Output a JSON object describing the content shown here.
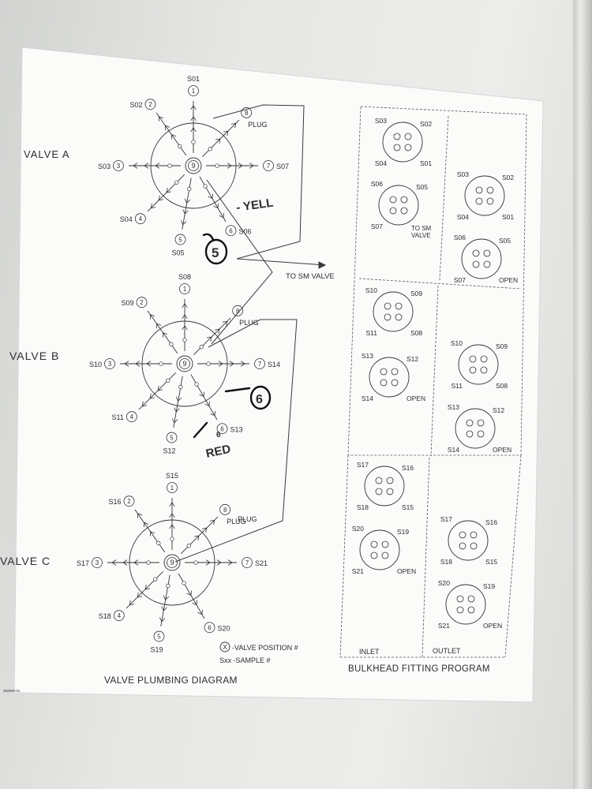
{
  "valves": [
    {
      "name": "VALVE A",
      "center_label": "9",
      "positions": [
        {
          "num": "1",
          "sample": "S01"
        },
        {
          "num": "2",
          "sample": "S02"
        },
        {
          "num": "3",
          "sample": "S03"
        },
        {
          "num": "4",
          "sample": "S04"
        },
        {
          "num": "5",
          "sample": "S05"
        },
        {
          "num": "6",
          "sample": "S06"
        },
        {
          "num": "7",
          "sample": "S07"
        },
        {
          "num": "8",
          "sample": "PLUG"
        }
      ]
    },
    {
      "name": "VALVE B",
      "center_label": "9",
      "positions": [
        {
          "num": "1",
          "sample": "S08"
        },
        {
          "num": "2",
          "sample": "S09"
        },
        {
          "num": "3",
          "sample": "S10"
        },
        {
          "num": "4",
          "sample": "S11"
        },
        {
          "num": "5",
          "sample": "S12"
        },
        {
          "num": "6",
          "sample": "S13"
        },
        {
          "num": "7",
          "sample": "S14"
        },
        {
          "num": "8",
          "sample": "PLUG"
        }
      ]
    },
    {
      "name": "VALVE C",
      "center_label": "9",
      "positions": [
        {
          "num": "1",
          "sample": "S15"
        },
        {
          "num": "2",
          "sample": "S16"
        },
        {
          "num": "3",
          "sample": "S17"
        },
        {
          "num": "4",
          "sample": "S18"
        },
        {
          "num": "5",
          "sample": "S19"
        },
        {
          "num": "6",
          "sample": "S20"
        },
        {
          "num": "7",
          "sample": "S21"
        },
        {
          "num": "8",
          "sample": "PLUG"
        }
      ],
      "extra_label": "PLUG"
    }
  ],
  "to_sm_valve": "TO SM VALVE",
  "legend": {
    "symbol": "X",
    "position_text": "-VALVE POSITION #",
    "sample_text": "Sxx -SAMPLE #"
  },
  "titles": {
    "plumbing": "VALVE PLUMBING DIAGRAM",
    "bulkhead": "BULKHEAD FITTING PROGRAM"
  },
  "part_number": "202849-01",
  "bulkhead": {
    "inlet_label": "INLET",
    "outlet_label": "OUTLET",
    "left_fittings": [
      {
        "labels": [
          "S03",
          "S02",
          "S04",
          "S01"
        ],
        "note": ""
      },
      {
        "labels": [
          "S06",
          "S05",
          "S07",
          "TO SM VALVE"
        ],
        "note": ""
      },
      {
        "labels": [
          "S10",
          "S09",
          "S11",
          "S08"
        ],
        "note": ""
      },
      {
        "labels": [
          "S13",
          "S12",
          "S14",
          "OPEN"
        ],
        "note": ""
      },
      {
        "labels": [
          "S17",
          "S16",
          "S18",
          "S15"
        ],
        "note": ""
      },
      {
        "labels": [
          "S20",
          "S19",
          "S21",
          "OPEN"
        ],
        "note": ""
      }
    ],
    "right_fittings": [
      {
        "labels": [
          "S03",
          "S02",
          "S04",
          "S01"
        ]
      },
      {
        "labels": [
          "S06",
          "S05",
          "S07",
          "OPEN"
        ]
      },
      {
        "labels": [
          "S10",
          "S09",
          "S11",
          "S08"
        ]
      },
      {
        "labels": [
          "S13",
          "S12",
          "S14",
          "OPEN"
        ]
      },
      {
        "labels": [
          "S17",
          "S16",
          "S18",
          "S15"
        ]
      },
      {
        "labels": [
          "S20",
          "S19",
          "S21",
          "OPEN"
        ]
      }
    ]
  },
  "handwritten": {
    "yell": "- YELL",
    "five": "5",
    "six": "6",
    "red_num": "6",
    "red": "RED"
  }
}
